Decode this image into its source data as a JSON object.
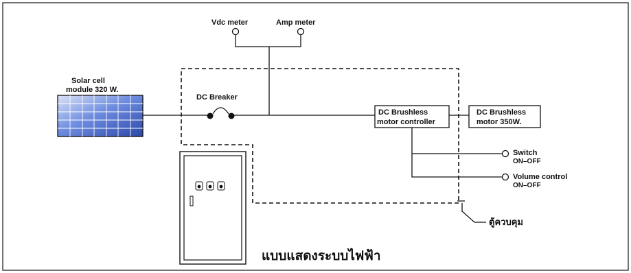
{
  "labels": {
    "vdc_meter": "Vdc meter",
    "amp_meter": "Amp meter",
    "solar_line1": "Solar cell",
    "solar_line2": "module 320 W.",
    "dc_breaker": "DC Breaker",
    "controller_line1": "DC Brushless",
    "controller_line2": "motor controller",
    "motor_line1": "DC Brushless",
    "motor_line2": "motor 350W.",
    "switch_line1": "Switch",
    "switch_line2": "ON–OFF",
    "volume_line1": "Volume control",
    "volume_line2": "ON–OFF",
    "cabinet": "ตู้ควบคุม",
    "title": "แบบแสดงระบบไฟฟ้า"
  },
  "colors": {
    "line": "#111111",
    "solar_panel_blue": "#3d5fc4",
    "solar_panel_light": "#dce4f7",
    "frame": "#444444"
  }
}
